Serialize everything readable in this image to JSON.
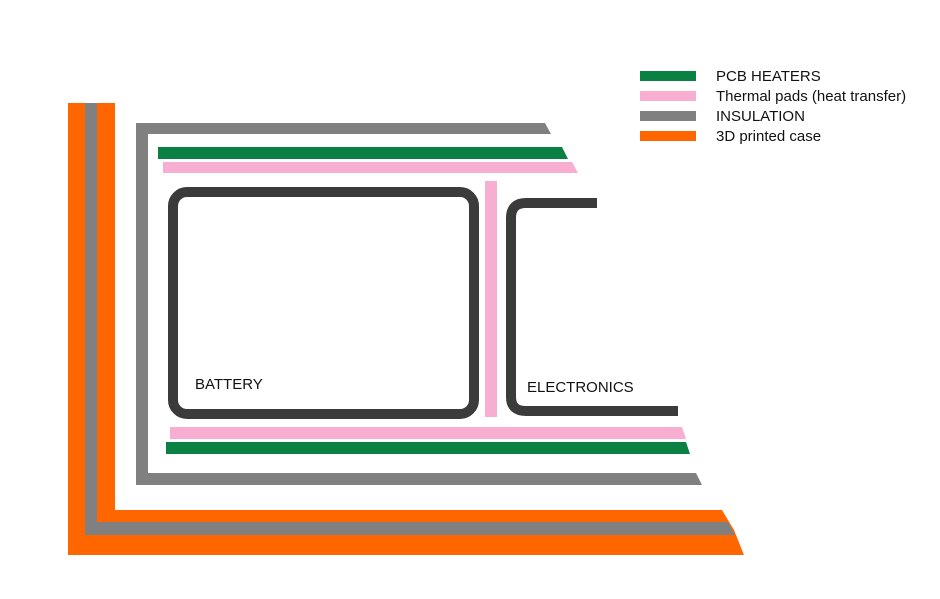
{
  "legend": {
    "items": [
      {
        "label": "PCB HEATERS",
        "color": "#0b8043"
      },
      {
        "label": "Thermal pads (heat transfer)",
        "color": "#f7aed0"
      },
      {
        "label": "INSULATION",
        "color": "#808080"
      },
      {
        "label": "3D printed case",
        "color": "#ff6600"
      }
    ]
  },
  "compartments": {
    "battery_label": "BATTERY",
    "electronics_label": "ELECTRONICS",
    "outline_color": "#3b3b3b"
  }
}
